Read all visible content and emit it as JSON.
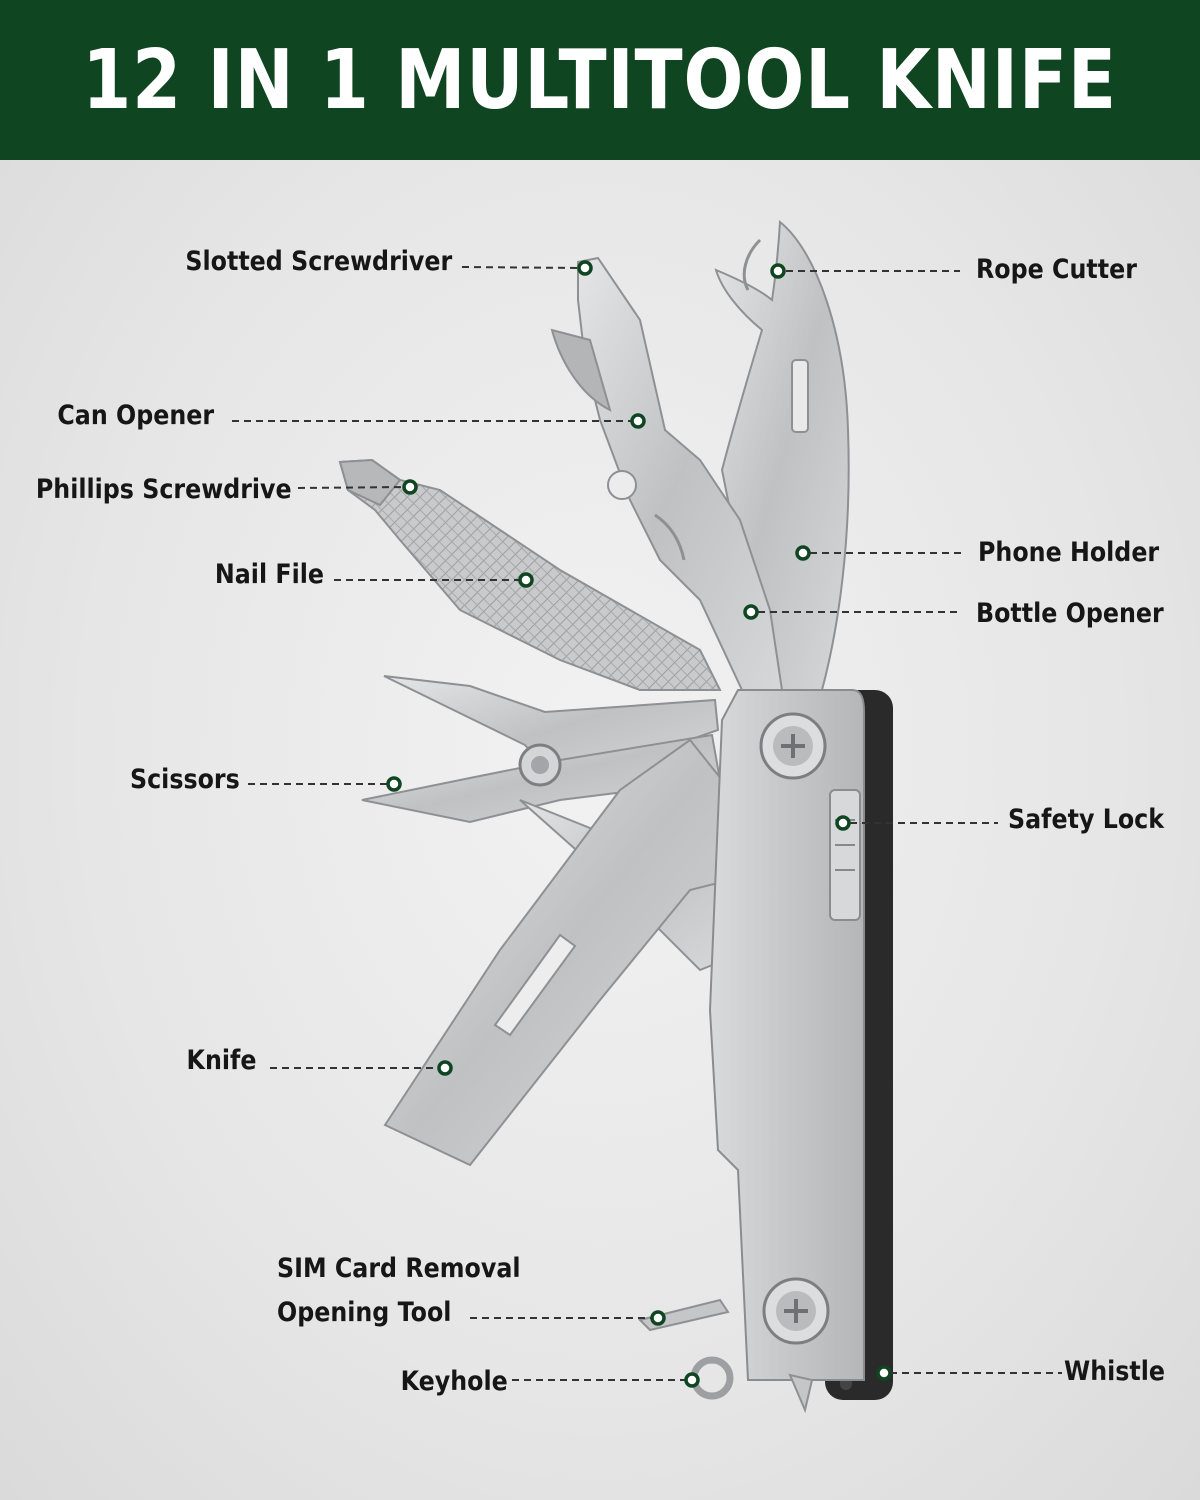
{
  "banner": {
    "title": "12 IN 1 MULTITOOL KNIFE",
    "color": "#0f4520"
  },
  "colors": {
    "marker": "#0f4520",
    "steel": "#c8c9cb",
    "handle": "#2a2a2a",
    "text": "#161616"
  },
  "callouts": {
    "slotted_screwdriver": "Slotted  Screwdriver",
    "rope_cutter": "Rope Cutter",
    "can_opener": "Can Opener",
    "phillips_screwdriver": "Phillips Screwdrive",
    "nail_file": "Nail File",
    "phone_holder": "Phone  Holder",
    "bottle_opener": "Bottle Opener",
    "scissors": "Scissors",
    "safety_lock": "Safety Lock",
    "knife": "Knife",
    "sim_tool_line1": "SIM Card Removal",
    "sim_tool_line2": "Opening Tool",
    "keyhole": "Keyhole",
    "whistle": "Whistle"
  }
}
